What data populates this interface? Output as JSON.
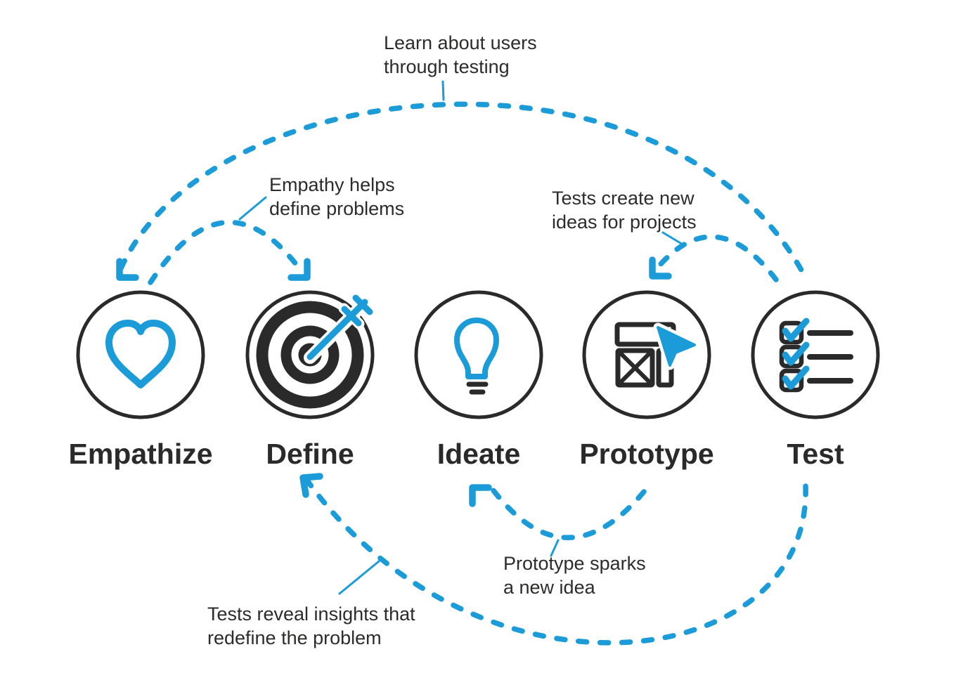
{
  "colors": {
    "accent_blue": "#1b9cd8",
    "ink": "#2b2a2a"
  },
  "stages": [
    {
      "label": "Empathize",
      "icon": "heart-icon"
    },
    {
      "label": "Define",
      "icon": "bullseye-arrow-icon"
    },
    {
      "label": "Ideate",
      "icon": "lightbulb-icon"
    },
    {
      "label": "Prototype",
      "icon": "wireframe-cursor-icon"
    },
    {
      "label": "Test",
      "icon": "checklist-icon"
    }
  ],
  "flows": [
    {
      "from": "Test",
      "to": "Empathize",
      "label": "Learn about users\nthrough testing"
    },
    {
      "from": "Empathize",
      "to": "Define",
      "label": "Empathy helps\ndefine problems"
    },
    {
      "from": "Test",
      "to": "Prototype",
      "label": "Tests create new\nideas for projects"
    },
    {
      "from": "Prototype",
      "to": "Ideate",
      "label": "Prototype sparks\na new idea"
    },
    {
      "from": "Test",
      "to": "Define",
      "label": "Tests reveal insights that\nredefine the problem"
    }
  ]
}
